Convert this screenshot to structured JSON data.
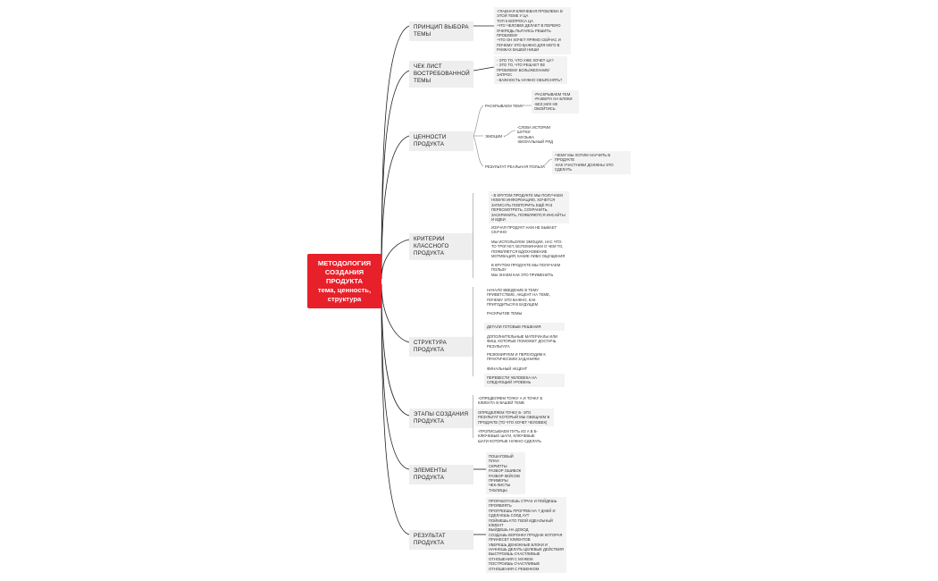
{
  "root": {
    "title": "МЕТОДОЛОГИЯ СОЗДАНИЯ ПРОДУКТА",
    "subtitle": "тема, ценность, структура"
  },
  "branches": [
    {
      "label": "ПРИНЦИП ВЫБОРА ТЕМЫ",
      "note": "-ГЛАВНАЯ КЛЮЧЕВАЯ ПРОБЛЕМА В ЭТОЙ ТЕМЕ У ЦА\nТОП 5 ВОПРОСА ЦА\n-ЧТО ЧЕЛОВЕК ДЕЛАЕТ В ПЕРВУЮ ОЧЕРЕДЬ ПЫТАЯСЬ РЕШИТЬ ПРОБЛЕМУ\n-ЧТО ОН ХОЧЕТ ПРЯМО СЕЙЧАС И ПОЧЕМУ ЭТО ВАЖНО ДЛЯ НЕГО В РАМКАХ ВАШЕЙ НИШИ"
    },
    {
      "label": "ЧЕК ЛИСТ ВОСТРЕБОВАННОЙ ТЕМЫ",
      "note": "- ЭТО ТО, ЧТО УЖЕ ХОЧЕТ ЦА?\n- ЭТО ТО, ЧТО РЕШАЕТ ЕЕ ПРОБЛЕМУ БОЛЬ/ЖЕЛАНИЕ/ЗАПРОС\n- ВАЖНОСТЬ НУЖНО ОБЪЯСНЯТЬ?"
    },
    {
      "label": "ЦЕННОСТИ ПРОДУКТА",
      "subs": [
        {
          "label": "РАСКРЫВАЕМ ТЕМУ",
          "note": "-РАСКРЫВАЕМ ТЕМ\n-РАЗВИТА НА БЛОКИ\n-БЕЗ НИХ НЕ ОБОЙТИСЬ"
        },
        {
          "label": "ЭМОЦИИ +",
          "note": "-СЛОВА ИСТОРИИ ШУТКИ\n-МУЗЫКА\n-ВИЗУАЛЬНЫЙ РЯД"
        },
        {
          "label": "РЕЗУЛЬТАТ РЕАЛЬНАЯ ПОЛЬЗА",
          "note": "-ЧЕМУ МЫ ХОТИМ НАУЧИТЬ В ПРОДУКТЕ\n-КАК УЧАСТНИКИ ДОЛЖНЫ ЭТО СДЕЛАТЬ"
        }
      ]
    },
    {
      "label": "КРИТЕРИИ КЛАССНОГО ПРОДУКТА",
      "items": [
        "- В КРУТОМ ПРОДУКТЕ МЫ ПОЛУЧАЕМ НОВУЮ ИНФОРМАЦИЮ, ХОЧЕТСЯ ЗАПИСАТЬ ПОВТОРИТЬ ЕЩЁ РАЗ ПЕРЕСМОТРЕТЬ, СОХРАНИТЬ, ЗАСКРИНИТЬ, ПОЯВЛЯЮТСЯ ИНСАЙТЫ И ИДЕИ",
        "ИЗУЧАЯ ПРОДУКТ НАМ НЕ БЫВАЕТ СКУЧНО",
        "МЫ ИСПОЛЬЗУЕМ ЭМОЦИИ, НАС ЧТО-ТО ТРОГАЕТ, ВСПОМИНАЕМ О ЧЕМ ТО, ПОЯВЛЯЕТСЯ ВДОХНОВЕНИЕ МОТИВАЦИЯ, КАКИЕ ЛИБО ОЩУЩЕНИЯ",
        "В КРУТОМ ПРОДУКТЕ МЫ ПОЛУЧАЕМ ПОЛЬЗУ\nМЫ ЗНАЕМ КАК ЭТО ПРИМЕНИТЬ"
      ]
    },
    {
      "label": "СТРУКТУРА ПРОДУКТА",
      "items": [
        "НАЧАЛО ВВЕДЕНИЕ В ТЕМУ ПРИВЕТСТВИЕ, АКЦЕНТ НА ТЕМЕ, ПОЧЕМУ ЭТО ВАЖНО, КАК ПРИГОДИТЬСЯ В БУДУЩЕМ",
        "РАСКРЫТИЕ ТЕМЫ",
        "ДЕТАЛИ ГОТОВЫЕ РЕШЕНИЯ",
        "ДОПОЛНИТЕЛЬНЫЕ МАТЕРИАЛЫ ИЛИ ФИШ, КОТОРЫЕ ПОМОЖЕТ ДОСТИЧЬ РЕЗУЛЬТАТА",
        "РЕЗЮМИРУЕМ И ПЕРЕХОДИМ К ПРАКТИЧЕСКИМ ЗАДАНИЯМ",
        "ФИНАЛЬНЫЙ АКЦЕНТ",
        "ПЕРЕВЕСТИ ЧЕЛОВЕКА НА СЛЕДУЮЩИЙ УРОВЕНЬ"
      ]
    },
    {
      "label": "ЭТАПЫ СОЗДАНИЯ ПРОДУКТА",
      "items": [
        "-ОПРЕДЕЛЯЕМ ТОЧКУ А И ТОЧКУ Б КЛИЕНТА В ВАШЕЙ ТЕМЕ",
        "ОПРЕДЕЛЯЕМ ТОЧКУ Б- ЭТО РЕЗУЛЬТАТ КОТОРЫЙ МЫ ОБЕЩАЕМ В ПРОДУКТЕ (ТО ЧТО ХОЧЕТ ЧЕЛОВЕК)",
        "-ПРОПИСЫВАЕМ ПУТЬ ИЗ А В Б- КЛЮЧЕВЫЕ ШАГИ, КЛЮЧЕВЫЕ ШАГИ КОТОРЫЕ НУЖНО СДЕЛАТЬ"
      ]
    },
    {
      "label": "ЭЛЕМЕНТЫ ПРОДУКТА",
      "note": "ПОШАГОВЫЙ ПЛАН\nСКРИПТЫ\nРАЗБОР ОШИБОК\nРАЗБОР КЕЙСОВ\nПРИМЕРЫ\nЧЕК-ЛИСТЫ\nТАБЛИЦЫ"
    },
    {
      "label": "РЕЗУЛЬТАТ ПРОДУКТА",
      "note": "ПРОРАБОТАЕШЬ СТРАХ И ПОЙДЕШЬ ПРОЯВЛЯТЬ\nПРОГРЕЕШЬ ПРОГРЕВ НА 7 ДНЕЙ И СДЕЛАЕШЬ СОЛД АУТ\nПОЙМЕШЬ КТО ТВОЙ ИДЕАЛЬНЫЙ КЛИЕНТ\nВЫЙДЕШЬ НА ДОХОД\nСОЗДАШЬ ВОРОНКУ ПРОДАЖ КОТОРАЯ ПРИНЕСЕТ КЛИЕНТОВ\nУБЕРЕШЬ ДЕНЕЖНЫЕ БЛОКИ И НАЧНЕШЬ ДЕЛАТЬ ЦЕЛЕВЫЕ ДЕЙСТВИЯ\nВЫСТРОИШЬ СЧАСТЛИВЫЕ ОТНОШЕНИЯ С МУЖЕМ\nПОСТРОИШЬ СЧАСТЛИВЫЕ ОТНОШЕНИЯ С РЕБЕНКОМ"
    }
  ],
  "colors": {
    "root": "#e8202a",
    "branch_bg": "#eeeeee",
    "note_bg": "#f3f3f3",
    "line": "#222222",
    "subline": "#bbbbbb"
  }
}
